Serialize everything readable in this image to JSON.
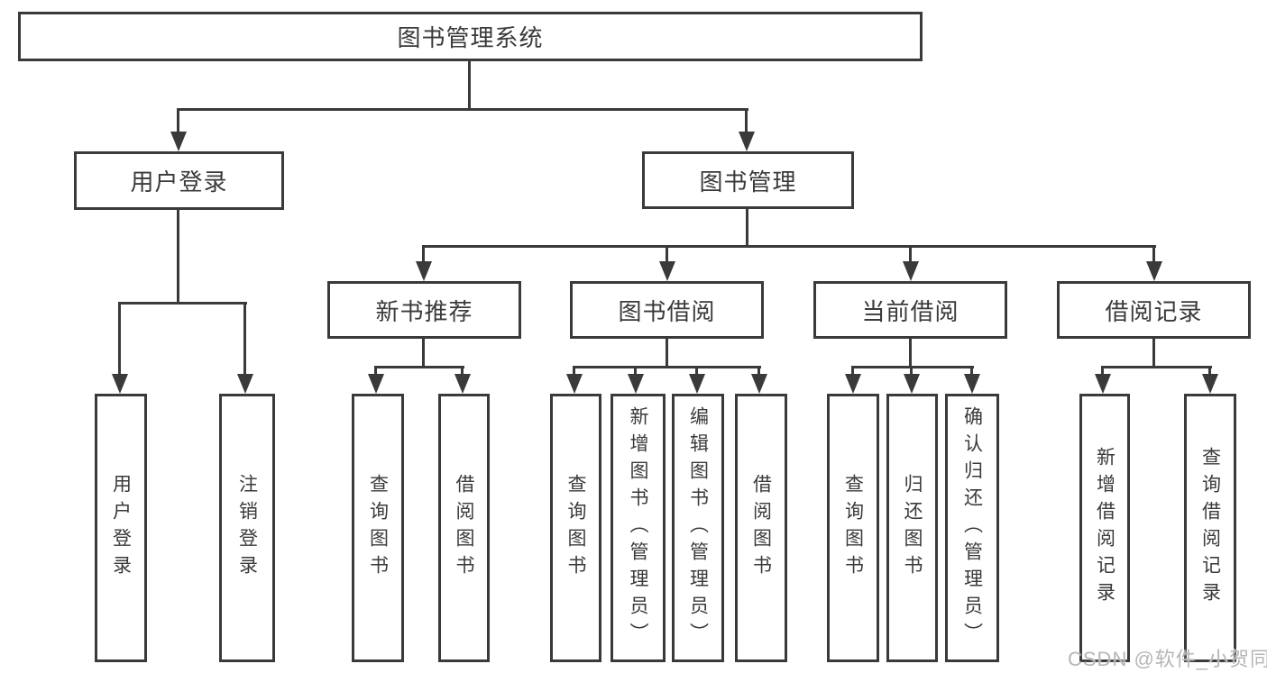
{
  "diagram": {
    "title": "图书管理系统",
    "level2": {
      "user_login": "用户登录",
      "book_management": "图书管理"
    },
    "level3": {
      "new_book_recommend": "新书推荐",
      "book_borrow": "图书借阅",
      "current_borrow": "当前借阅",
      "borrow_records": "借阅记录"
    },
    "leaves": {
      "user_login": [
        "用户登录",
        "注销登录"
      ],
      "new_book_recommend": [
        "查询图书",
        "借阅图书"
      ],
      "book_borrow": [
        "查询图书",
        "新增图书（管理员）",
        "编辑图书（管理员）",
        "借阅图书"
      ],
      "current_borrow": [
        "查询图书",
        "归还图书",
        "确认归还（管理员）"
      ],
      "borrow_records": [
        "新增借阅记录",
        "查询借阅记录"
      ]
    }
  },
  "watermark": "CSDN @软件_小贺同学",
  "colors": {
    "line": "#3a3a3a",
    "text": "#3a3a3a",
    "watermark": "#b6b6b6",
    "background": "#ffffff"
  }
}
